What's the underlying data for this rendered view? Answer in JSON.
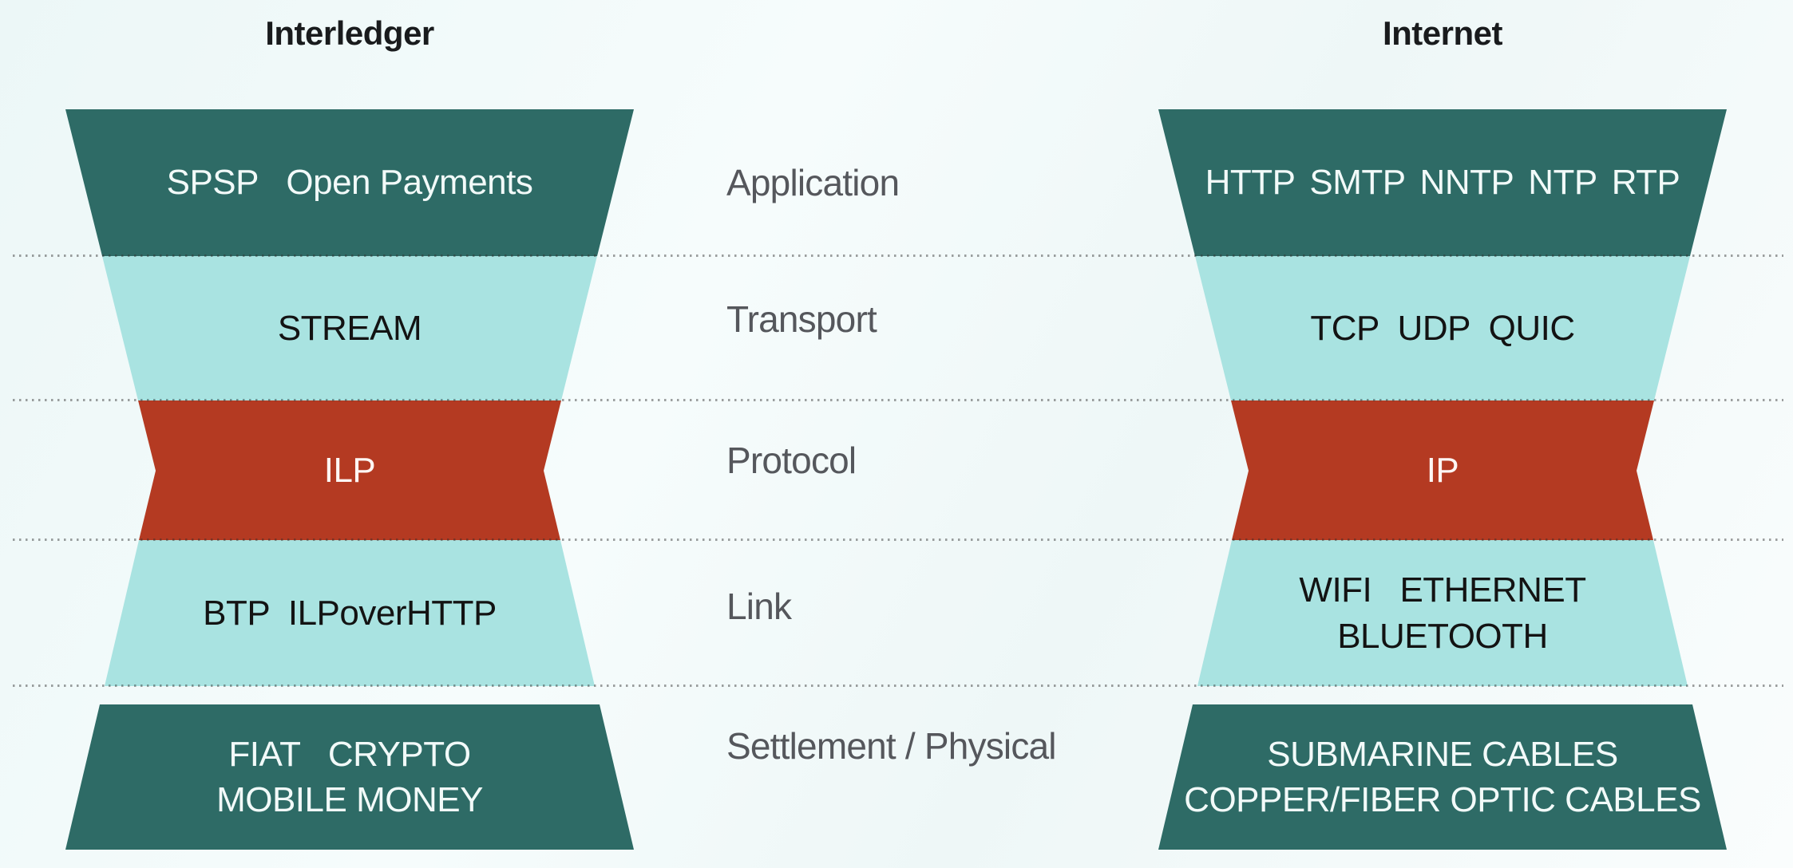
{
  "titles": {
    "left": "Interledger",
    "right": "Internet"
  },
  "row_labels": [
    "Application",
    "Transport",
    "Protocol",
    "Link",
    "Settlement / Physical"
  ],
  "colors": {
    "teal": "#2E6B66",
    "cyan": "#A9E3E1",
    "red": "#B43A22",
    "label_gray": "#55575C"
  },
  "interledger": {
    "layers": [
      {
        "name": "application",
        "lines": [
          "SPSP   Open Payments",
          ""
        ]
      },
      {
        "name": "transport",
        "lines": [
          "STREAM",
          ""
        ]
      },
      {
        "name": "protocol",
        "lines": [
          "ILP",
          ""
        ]
      },
      {
        "name": "link",
        "lines": [
          "BTP  ILPoverHTTP",
          ""
        ]
      },
      {
        "name": "settlement",
        "lines": [
          "FIAT   CRYPTO",
          "MOBILE MONEY"
        ]
      }
    ]
  },
  "internet": {
    "layers": [
      {
        "name": "application",
        "lines": [
          "HTTP SMTP NNTP NTP RTP",
          ""
        ]
      },
      {
        "name": "transport",
        "lines": [
          "TCP  UDP  QUIC",
          ""
        ]
      },
      {
        "name": "protocol",
        "lines": [
          "IP",
          ""
        ]
      },
      {
        "name": "link",
        "lines": [
          "WIFI   ETHERNET",
          "BLUETOOTH"
        ]
      },
      {
        "name": "settlement",
        "lines": [
          "SUBMARINE CABLES",
          "COPPER/FIBER OPTIC CABLES"
        ]
      }
    ]
  }
}
